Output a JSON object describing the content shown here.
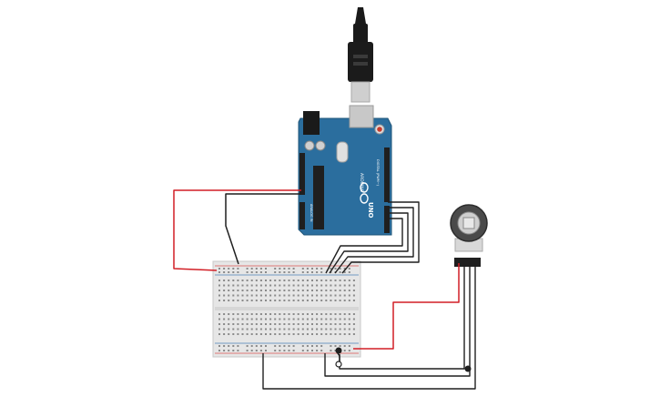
{
  "board": {
    "brand_label": "ARDUINO",
    "model_label": "UNO",
    "digital_header_label": "DIGITAL (PWM~)",
    "analog_header_label": "ANALOG IN",
    "color": "#2b6e9e"
  },
  "breadboard": {
    "color": "#e6e6e6"
  },
  "wires": {
    "red": "#d21f26",
    "black": "#1f1f1f"
  },
  "encoder": {
    "knob_color": "#4a4a4a"
  }
}
